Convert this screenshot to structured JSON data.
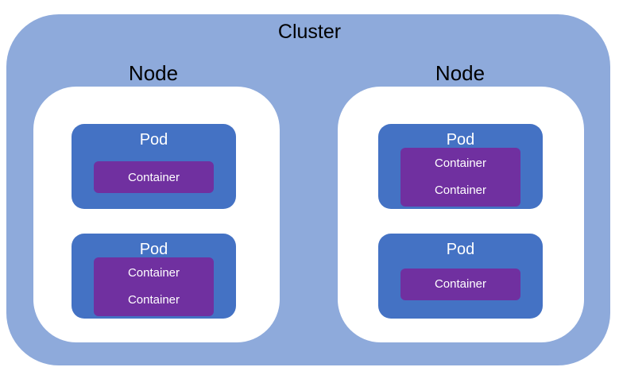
{
  "cluster": {
    "label": "Cluster"
  },
  "nodes": [
    {
      "label": "Node",
      "pods": [
        {
          "label": "Pod",
          "containers": [
            "Container"
          ]
        },
        {
          "label": "Pod",
          "containers": [
            "Container",
            "Container"
          ]
        }
      ]
    },
    {
      "label": "Node",
      "pods": [
        {
          "label": "Pod",
          "containers": [
            "Container",
            "Container"
          ]
        },
        {
          "label": "Pod",
          "containers": [
            "Container"
          ]
        }
      ]
    }
  ],
  "colors": {
    "cluster": "#8eaadb",
    "node": "#ffffff",
    "pod": "#4472c4",
    "container": "#7030a0"
  }
}
